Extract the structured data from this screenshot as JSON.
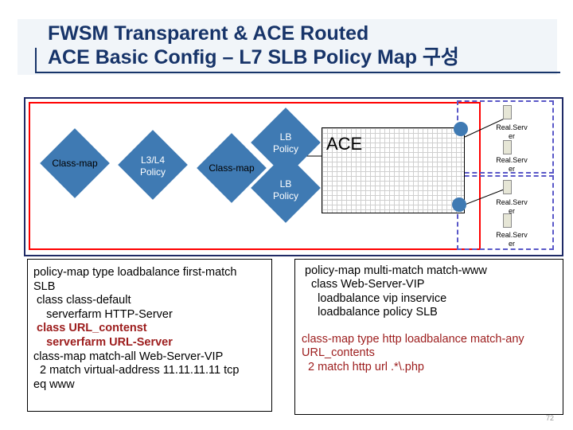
{
  "title": {
    "line1": "FWSM Transparent & ACE Routed",
    "line2": "ACE Basic Config – L7 SLB Policy Map 구성"
  },
  "diagram": {
    "nodes": {
      "class_map_left": "Class-map",
      "l3l4_policy_line1": "L3/L4",
      "l3l4_policy_line2": "Policy",
      "class_map_mid": "Class-map",
      "lb_policy_top_line1": "LB",
      "lb_policy_top_line2": "Policy",
      "lb_policy_bottom_line1": "LB",
      "lb_policy_bottom_line2": "Policy"
    },
    "ace_label": "ACE",
    "real_servers": [
      {
        "line1": "Real.Serv",
        "line2": "er"
      },
      {
        "line1": "Real.Serv",
        "line2": "er"
      },
      {
        "line1": "Real.Serv",
        "line2": "er"
      },
      {
        "line1": "Real.Serv",
        "line2": "er"
      }
    ]
  },
  "config_left": [
    {
      "text": "policy-map type loadbalance first-match",
      "style": "normal"
    },
    {
      "text": "SLB",
      "style": "normal"
    },
    {
      "text": " class class-default",
      "style": "normal"
    },
    {
      "text": "    serverfarm HTTP-Server",
      "style": "normal"
    },
    {
      "text": " class URL_contenst",
      "style": "red"
    },
    {
      "text": "    serverfarm URL-Server",
      "style": "red"
    },
    {
      "text": "class-map match-all Web-Server-VIP",
      "style": "normal"
    },
    {
      "text": "  2 match virtual-address 11.11.11.11 tcp",
      "style": "normal"
    },
    {
      "text": "eq www",
      "style": "normal"
    }
  ],
  "config_right_top": [
    "policy-map multi-match match-www",
    "  class Web-Server-VIP",
    "    loadbalance vip inservice",
    "    loadbalance policy SLB"
  ],
  "config_right_bottom": [
    "class-map type http loadbalance match-any",
    "URL_contents",
    "  2 match http url .*\\.php"
  ],
  "page_number": "72",
  "colors": {
    "title": "#173469",
    "diamond": "#3f7ab3",
    "frame_red": "#ff0000",
    "highlight_red": "#9c1c1c",
    "dashed_blue": "#5a58c8"
  }
}
